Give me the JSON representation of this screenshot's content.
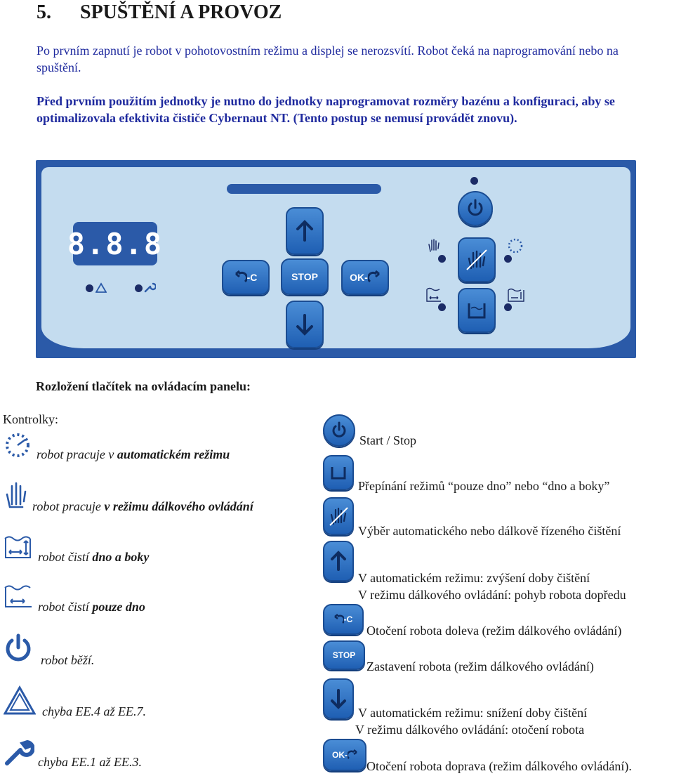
{
  "header": {
    "number": "5.",
    "title": "SPUŠTĚNÍ A PROVOZ"
  },
  "intro": {
    "p1": "Po prvním zapnutí je robot v pohotovostním režimu a displej se nerozsvítí. Robot čeká na naprogramování nebo na spuštění.",
    "p2": "Před prvním použitím jednotky je nutno do jednotky naprogramovat rozměry bazénu a konfiguraci, aby se optimalizovala efektivita čističe Cybernaut NT. (Tento postup se nemusí provádět znovu)."
  },
  "panel": {
    "display": "8.8.8",
    "left_btn": "-C",
    "stop_btn": "STOP",
    "ok_btn": "OK-"
  },
  "layout_heading": "Rozložení tlačítek na ovládacím panelu:",
  "indicators": {
    "label": "Kontrolky:",
    "items": [
      {
        "pre": "robot pracuje v ",
        "bold": "automatickém režimu",
        "post": ""
      },
      {
        "pre": "robot pracuje ",
        "bold": "v režimu dálkového ovládání",
        "post": ""
      },
      {
        "pre": "robot čistí ",
        "bold": "dno a boky",
        "post": ""
      },
      {
        "pre": "robot čistí ",
        "bold": "pouze dno",
        "post": ""
      },
      {
        "pre": "robot běží.",
        "bold": "",
        "post": ""
      },
      {
        "pre": "chyba EE.4 až EE.7.",
        "bold": "",
        "post": ""
      },
      {
        "pre": "chyba EE.1 až EE.3.",
        "bold": "",
        "post": ""
      }
    ]
  },
  "buttons": {
    "power": "Start / Stop",
    "mode": "Přepínání režimů “pouze dno” nebo “dno a boky”",
    "auto_remote": "Výběr automatického nebo dálkově řízeného čištění",
    "up1": "V automatickém režimu: zvýšení doby čištění",
    "up2": "V režimu dálkového ovládání: pohyb robota dopředu",
    "left": "Otočení robota doleva (režim dálkového ovládání)",
    "stop": "Zastavení robota (režim dálkového ovládání)",
    "down1": "V automatickém režimu: snížení doby čištění",
    "down2": "V režimu dálkového ovládání: otočení robota",
    "right": "Otočení robota doprava (režim dálkového ovládání)."
  },
  "colors": {
    "intro_text": "#1f2a9e",
    "panel_dark": "#2b5aa8",
    "panel_light": "#c4dcef",
    "button": "#2f74c6"
  },
  "icons": [
    "power-icon",
    "bottom-only-icon",
    "hand-auto-icon",
    "arrow-up-icon",
    "rotate-left-icon",
    "stop-icon",
    "arrow-down-icon",
    "rotate-right-icon",
    "wrench-icon",
    "warning-icon",
    "hand-icon",
    "auto-dots-icon",
    "floor-walls-icon"
  ]
}
